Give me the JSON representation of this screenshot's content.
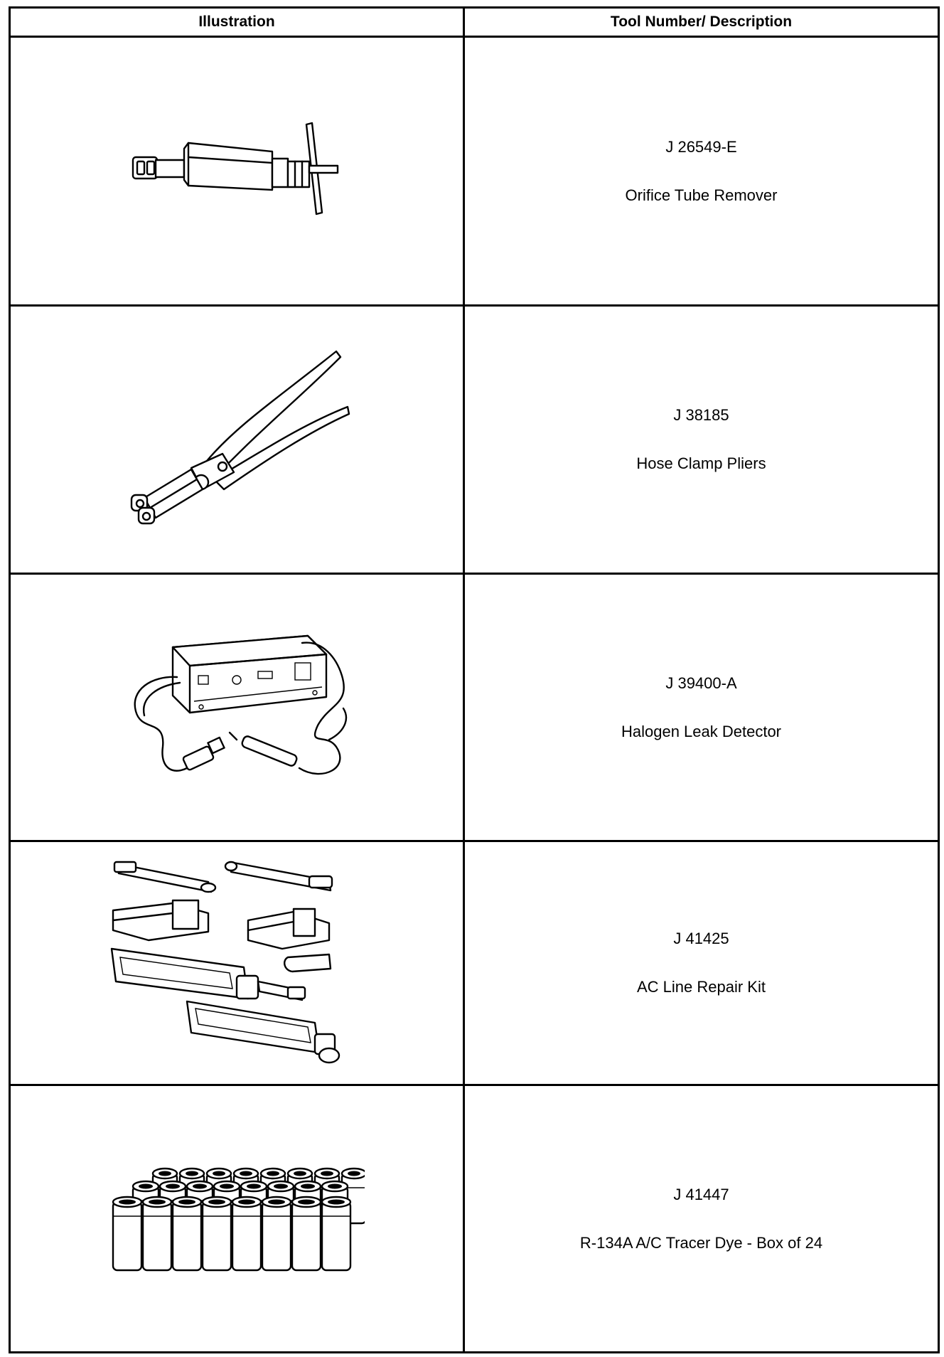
{
  "table": {
    "headers": {
      "illustration": "Illustration",
      "tool": "Tool Number/ Description"
    },
    "rows": [
      {
        "number": "J 26549-E",
        "description": "Orifice Tube Remover",
        "icon": "orifice-tube-remover-icon"
      },
      {
        "number": "J 38185",
        "description": "Hose Clamp Pliers",
        "icon": "hose-clamp-pliers-icon"
      },
      {
        "number": "J 39400-A",
        "description": "Halogen Leak Detector",
        "icon": "halogen-leak-detector-icon"
      },
      {
        "number": "J 41425",
        "description": "AC Line Repair Kit",
        "icon": "ac-line-repair-kit-icon"
      },
      {
        "number": "J 41447",
        "description": "R-134A A/C Tracer Dye - Box of 24",
        "icon": "tracer-dye-box-icon"
      }
    ]
  }
}
